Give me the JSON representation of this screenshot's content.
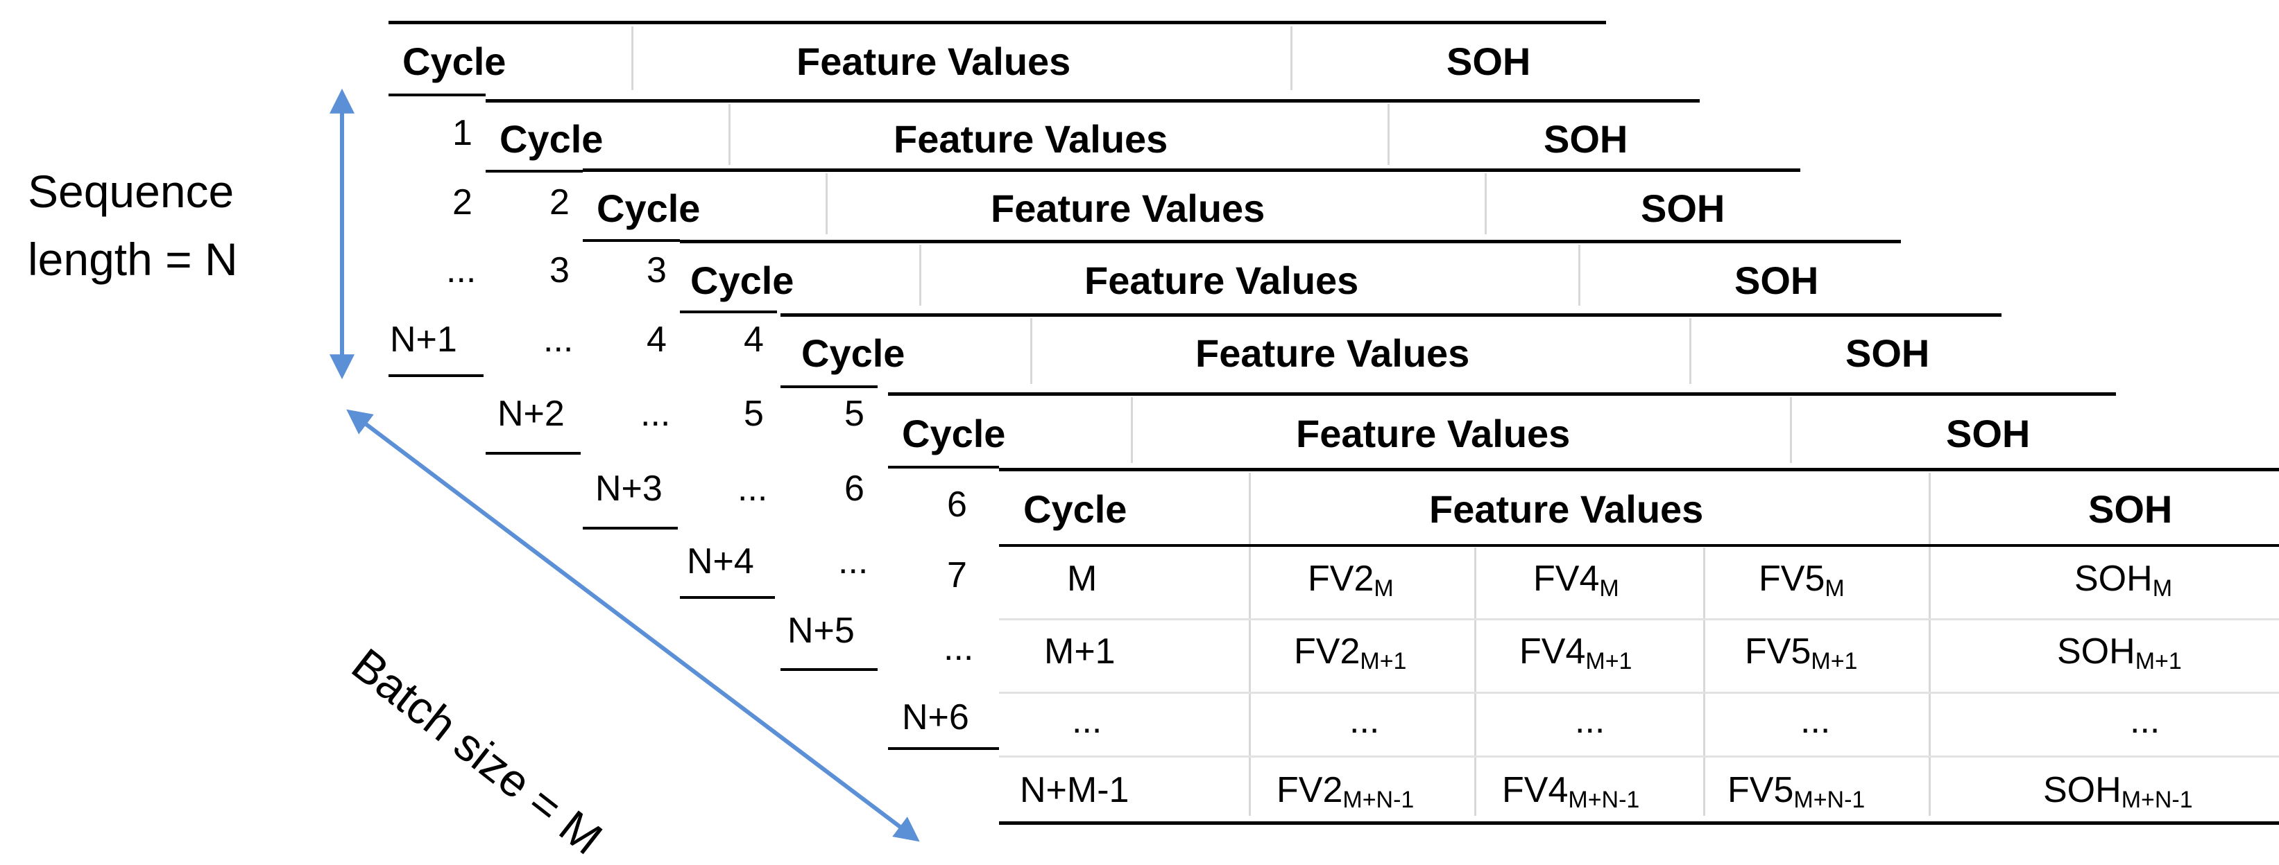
{
  "headers": {
    "cycle": "Cycle",
    "features": "Feature Values",
    "soh": "SOH"
  },
  "annotations": {
    "sequence_line1": "Sequence",
    "sequence_line2": "length = N",
    "batch": "Batch size = M"
  },
  "stacked_tables": [
    {
      "rows": [
        "1",
        "2",
        "...",
        "N+1"
      ]
    },
    {
      "rows": [
        "2",
        "3",
        "...",
        "N+2"
      ]
    },
    {
      "rows": [
        "3",
        "4",
        "...",
        "N+3"
      ]
    },
    {
      "rows": [
        "4",
        "5",
        "...",
        "N+4"
      ]
    },
    {
      "rows": [
        "5",
        "6",
        "...",
        "N+5"
      ]
    },
    {
      "rows": [
        "6",
        "7",
        "...",
        "N+6"
      ]
    }
  ],
  "front_table": {
    "rows": [
      {
        "cycle": "M",
        "fv2": "FV2",
        "fv4": "FV4",
        "fv5": "FV5",
        "soh": "SOH",
        "sub": "M"
      },
      {
        "cycle": "M+1",
        "fv2": "FV2",
        "fv4": "FV4",
        "fv5": "FV5",
        "soh": "SOH",
        "sub": "M+1"
      },
      {
        "cycle": "...",
        "fv2": "...",
        "fv4": "...",
        "fv5": "...",
        "soh": "...",
        "sub": ""
      },
      {
        "cycle": "N+M-1",
        "fv2": "FV2",
        "fv4": "FV4",
        "fv5": "FV5",
        "soh": "SOH",
        "sub": "M+N-1"
      }
    ]
  },
  "colors": {
    "arrow": "#5b8fd6",
    "rule": "#000000"
  }
}
